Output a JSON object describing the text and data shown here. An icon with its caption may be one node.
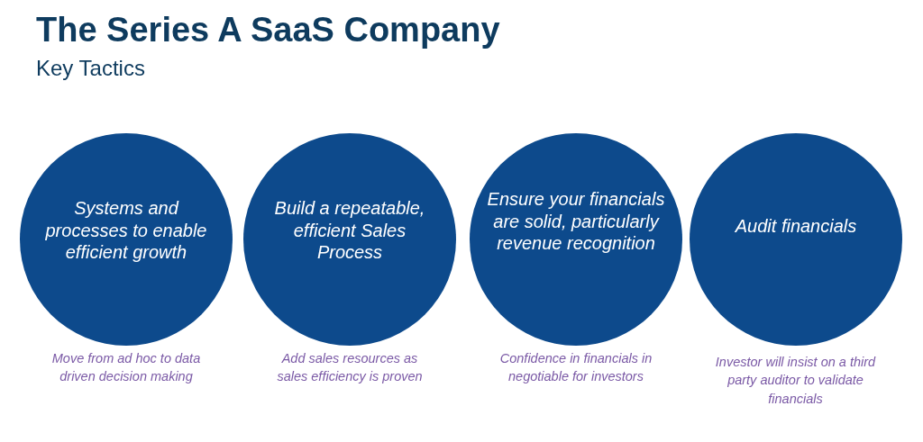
{
  "diagram": {
    "title": "The Series A SaaS Company",
    "caption": "Key Tactics",
    "nodes": [
      {
        "text": [
          "Systems and processes to enable efficient growth"
        ],
        "beside": [
          "Move from ad hoc to data driven decision making"
        ]
      },
      {
        "text": [
          "Build a repeatable, efficient Sales Process"
        ],
        "beside": [
          "Add sales resources as sales efficiency is proven"
        ]
      },
      {
        "text": [
          "Ensure your financials are solid, particularly revenue recognition"
        ],
        "beside": [
          "Confidence in financials in negotiable for investors"
        ]
      },
      {
        "text": [
          "Audit financials"
        ],
        "beside": [
          "Investor will insist on a third party auditor to validate financials"
        ]
      }
    ]
  }
}
